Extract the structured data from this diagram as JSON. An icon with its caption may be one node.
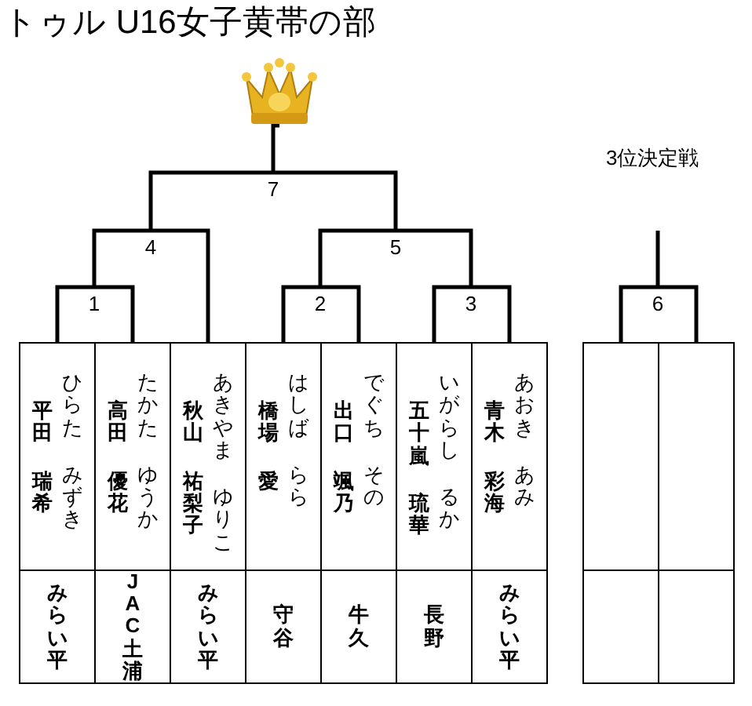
{
  "diagram": {
    "title": "トゥル U16女子黄帯の部",
    "nodes": [
      {
        "text": [],
        "shape": "picture"
      },
      {
        "text": [
          "7"
        ]
      },
      {
        "text": [
          "4"
        ]
      },
      {
        "text": [
          "5"
        ]
      },
      {
        "text": [
          "1"
        ]
      },
      {
        "text": [
          "2"
        ]
      },
      {
        "text": [
          "3"
        ]
      },
      {
        "text": [
          "6"
        ]
      },
      {
        "text": [
          "平田",
          "瑞希",
          "ひらた",
          "みずき"
        ]
      },
      {
        "text": [
          "高田",
          "優花",
          "たかた",
          "ゆうか"
        ]
      },
      {
        "text": [
          "秋山",
          "祐梨子",
          "あきやま",
          "ゆりこ"
        ]
      },
      {
        "text": [
          "橋場",
          "愛",
          "はしば",
          "らら"
        ]
      },
      {
        "text": [
          "出口",
          "颯乃",
          "でぐち",
          "その"
        ]
      },
      {
        "text": [
          "五十嵐",
          "琉華",
          "いがらし",
          "るか"
        ]
      },
      {
        "text": [
          "青木",
          "彩海",
          "あおき",
          "あみ"
        ]
      },
      {
        "text": [],
        "shape": "box"
      },
      {
        "text": [],
        "shape": "box"
      },
      {
        "text": [
          "みらい平"
        ]
      },
      {
        "text": [
          "JAC土浦"
        ]
      },
      {
        "text": [
          "みらい平"
        ]
      },
      {
        "text": [
          "守谷"
        ]
      },
      {
        "text": [
          "牛久"
        ]
      },
      {
        "text": [
          "長野"
        ]
      },
      {
        "text": [
          "みらい平"
        ]
      },
      {
        "text": [],
        "shape": "box"
      },
      {
        "text": [],
        "shape": "box"
      }
    ],
    "edges": [
      {
        "from": 8,
        "to": 4,
        "arrow": "none"
      },
      {
        "from": 9,
        "to": 4,
        "arrow": "none"
      },
      {
        "from": 4,
        "to": 2,
        "arrow": "none"
      },
      {
        "from": 10,
        "to": 2,
        "arrow": "none"
      },
      {
        "from": 2,
        "to": 1,
        "arrow": "none"
      },
      {
        "from": 11,
        "to": 5,
        "arrow": "none"
      },
      {
        "from": 12,
        "to": 5,
        "arrow": "none"
      },
      {
        "from": 13,
        "to": 6,
        "arrow": "none"
      },
      {
        "from": 14,
        "to": 6,
        "arrow": "none"
      },
      {
        "from": 5,
        "to": 3,
        "arrow": "none"
      },
      {
        "from": 6,
        "to": 3,
        "arrow": "none"
      },
      {
        "from": 3,
        "to": 1,
        "arrow": "none"
      },
      {
        "from": 1,
        "to": 0,
        "arrow": "none"
      },
      {
        "from": 15,
        "to": 7,
        "arrow": "none"
      },
      {
        "from": 16,
        "to": 7,
        "arrow": "none"
      },
      {
        "from": 7,
        "to": null,
        "arrow": "none"
      }
    ],
    "labels": [
      "3位決定戦"
    ]
  }
}
